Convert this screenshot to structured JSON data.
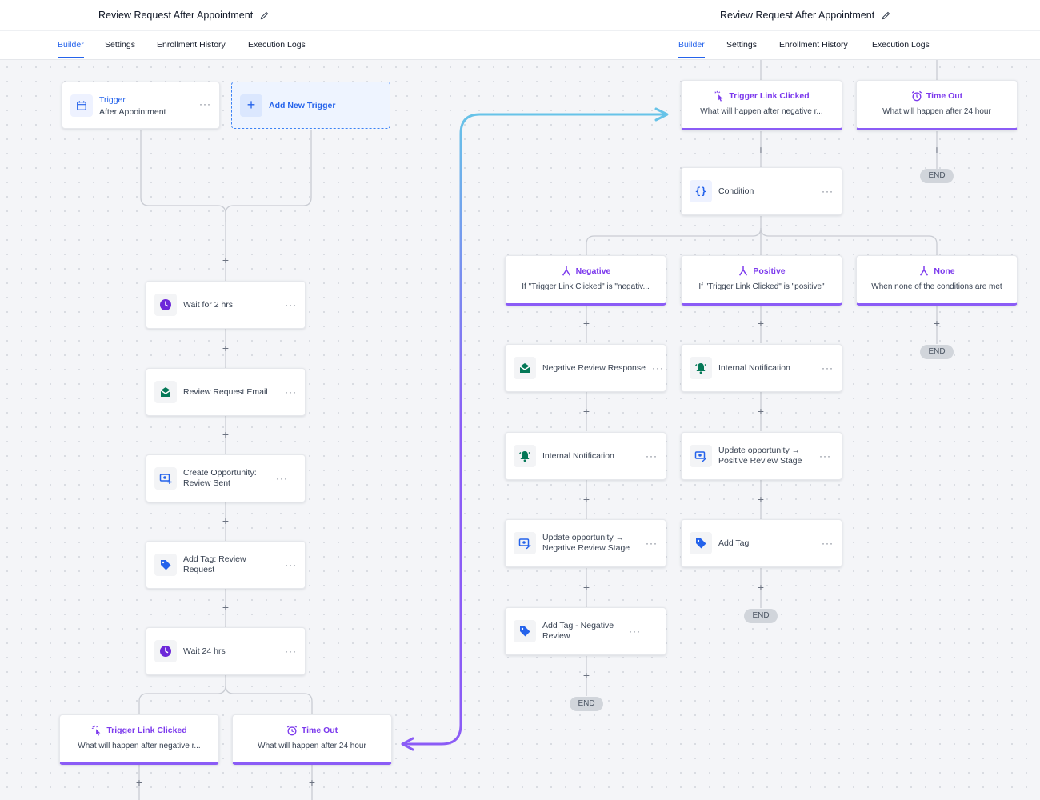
{
  "left": {
    "title": "Review Request After Appointment",
    "tabs": [
      "Builder",
      "Settings",
      "Enrollment History",
      "Execution Logs"
    ],
    "trigger": {
      "title": "Trigger",
      "subtitle": "After Appointment"
    },
    "add_trigger": "Add New Trigger",
    "actions": [
      "Wait for 2 hrs",
      "Review Request Email",
      "Create Opportunity: Review Sent",
      "Add Tag: Review Request",
      "Wait 24 hrs"
    ],
    "branches": [
      {
        "title": "Trigger Link Clicked",
        "subtitle": "What will happen after negative r..."
      },
      {
        "title": "Time Out",
        "subtitle": "What will happen after 24 hour"
      }
    ]
  },
  "right": {
    "title": "Review Request After Appointment",
    "tabs": [
      "Builder",
      "Settings",
      "Enrollment History",
      "Execution Logs"
    ],
    "top_branches": [
      {
        "title": "Trigger Link Clicked",
        "subtitle": "What will happen after negative r..."
      },
      {
        "title": "Time Out",
        "subtitle": "What will happen after 24 hour"
      }
    ],
    "condition": "Condition",
    "cond_branches": [
      {
        "title": "Negative",
        "subtitle": "If \"Trigger Link Clicked\" is \"negativ..."
      },
      {
        "title": "Positive",
        "subtitle": "If \"Trigger Link Clicked\" is \"positive\""
      },
      {
        "title": "None",
        "subtitle": "When none of the conditions are met"
      }
    ],
    "negative_actions": [
      "Negative Review Response",
      "Internal Notification",
      "Update opportunity → Negative Review Stage",
      "Add Tag - Negative Review"
    ],
    "positive_actions": [
      "Internal Notification",
      "Update opportunity → Positive Review Stage",
      "Add Tag"
    ],
    "end_label": "END"
  },
  "colors": {
    "accent": "#2563eb",
    "branch": "#8b5cf6",
    "connector": "#8b5cf6"
  },
  "icons": [
    "pencil-icon",
    "calendar-icon",
    "plus-icon",
    "clock-icon",
    "email-icon",
    "opportunity-icon",
    "tag-icon",
    "pointer-click-icon",
    "alarm-icon",
    "braces-icon",
    "branch-icon",
    "bell-icon"
  ]
}
